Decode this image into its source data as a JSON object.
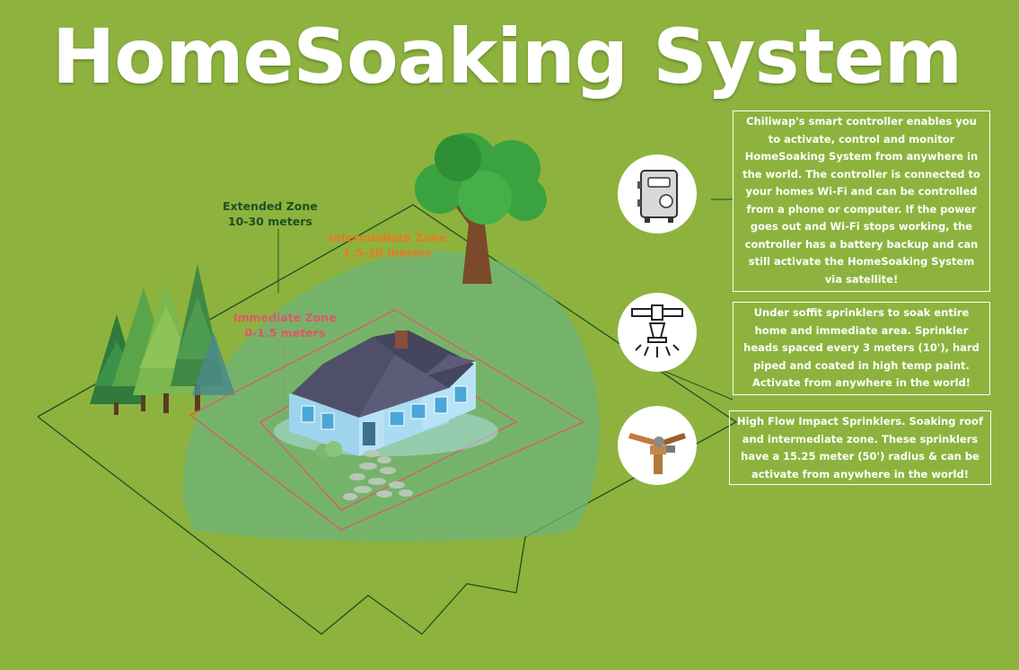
{
  "title": "HomeSoaking System",
  "zones": {
    "extended": {
      "name": "Extended Zone",
      "range": "10-30 meters",
      "color": "#1e4f22"
    },
    "intermediate": {
      "name": "Intermediate Zone",
      "range": "1.5-10 meters",
      "color": "#e87a22"
    },
    "immediate": {
      "name": "Immediate Zone",
      "range": "0-1.5 meters",
      "color": "#e0566a"
    }
  },
  "features": [
    {
      "icon": "smart-controller-icon",
      "text": "Chiliwap's smart controller enables you to activate, control and monitor HomeSoaking System from anywhere in the world. The controller is connected to your homes Wi-Fi and can be controlled from a phone or computer. If  the power goes out and Wi-Fi stops working, the controller has a battery backup and can still activate the HomeSoaking System via satellite!"
    },
    {
      "icon": "soffit-sprinkler-icon",
      "text": "Under soffit sprinklers to soak entire home and immediate area. Sprinkler heads spaced every 3 meters (10'), hard piped and coated in high temp paint. Activate from anywhere in the world!"
    },
    {
      "icon": "impact-sprinkler-icon",
      "text": "High Flow Impact Sprinklers. Soaking roof and intermediate zone. These sprinklers have a 15.25 meter (50') radius &  can be activate from anywhere in the world!"
    }
  ],
  "colors": {
    "background": "#8db33e",
    "soak_dome": "#6fb37a",
    "boundary_line": "#1e4f22",
    "house_roof": "#4f4f6a",
    "house_wall": "#a9dcf2"
  }
}
